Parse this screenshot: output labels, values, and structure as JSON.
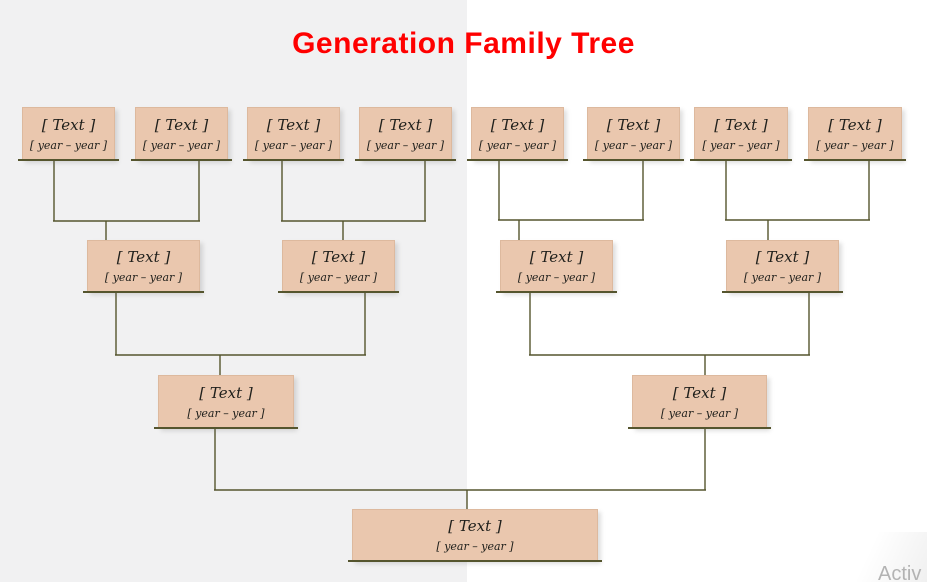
{
  "title": "Generation Family Tree",
  "watermark": "Activ",
  "colors": {
    "title": "#ff0000",
    "node_fill": "#eac7ae",
    "node_underline": "#55552e",
    "connector_line": "#55552e",
    "left_panel_background": "#f1f1f2",
    "right_panel_background": "#ffffff",
    "watermark_text": "#b3b3b3"
  },
  "tree": {
    "generations": [
      {
        "nodes": [
          {
            "label": "[ Text ]",
            "years": "[ year – year ]"
          },
          {
            "label": "[ Text ]",
            "years": "[ year – year ]"
          },
          {
            "label": "[ Text ]",
            "years": "[ year – year ]"
          },
          {
            "label": "[ Text ]",
            "years": "[ year – year ]"
          },
          {
            "label": "[ Text ]",
            "years": "[ year – year ]"
          },
          {
            "label": "[ Text ]",
            "years": "[ year – year ]"
          },
          {
            "label": "[ Text ]",
            "years": "[ year – year ]"
          },
          {
            "label": "[ Text ]",
            "years": "[ year – year ]"
          }
        ]
      },
      {
        "nodes": [
          {
            "label": "[ Text ]",
            "years": "[ year – year ]"
          },
          {
            "label": "[ Text ]",
            "years": "[ year – year ]"
          },
          {
            "label": "[ Text ]",
            "years": "[ year – year ]"
          },
          {
            "label": "[ Text ]",
            "years": "[ year – year ]"
          }
        ]
      },
      {
        "nodes": [
          {
            "label": "[ Text ]",
            "years": "[ year – year ]"
          },
          {
            "label": "[ Text ]",
            "years": "[ year – year ]"
          }
        ]
      },
      {
        "nodes": [
          {
            "label": "[ Text ]",
            "years": "[ year – year ]"
          }
        ]
      }
    ]
  }
}
